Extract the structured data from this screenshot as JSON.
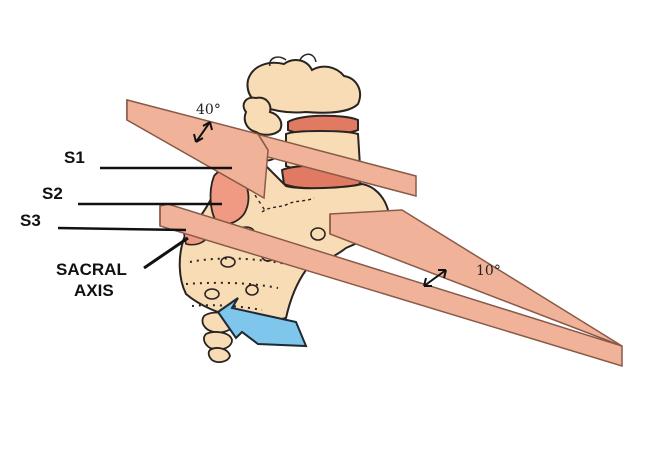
{
  "labels": {
    "s1": "S1",
    "s2": "S2",
    "s3": "S3",
    "sacral_axis_line1": "SACRAL",
    "sacral_axis_line2": "AXIS"
  },
  "angles": {
    "upper": "40°",
    "lower": "10°"
  },
  "colors": {
    "bone": "#f8dcb6",
    "bone_outline": "#2a2420",
    "plane": "#f0b39a",
    "plane_outline": "#8a5a48",
    "disc": "#e07a62",
    "joint": "#f09a84",
    "arrow": "#7fc6ec",
    "arrow_outline": "#1f2a33"
  },
  "icons": {
    "force_arrow": "blue-force-arrow"
  }
}
